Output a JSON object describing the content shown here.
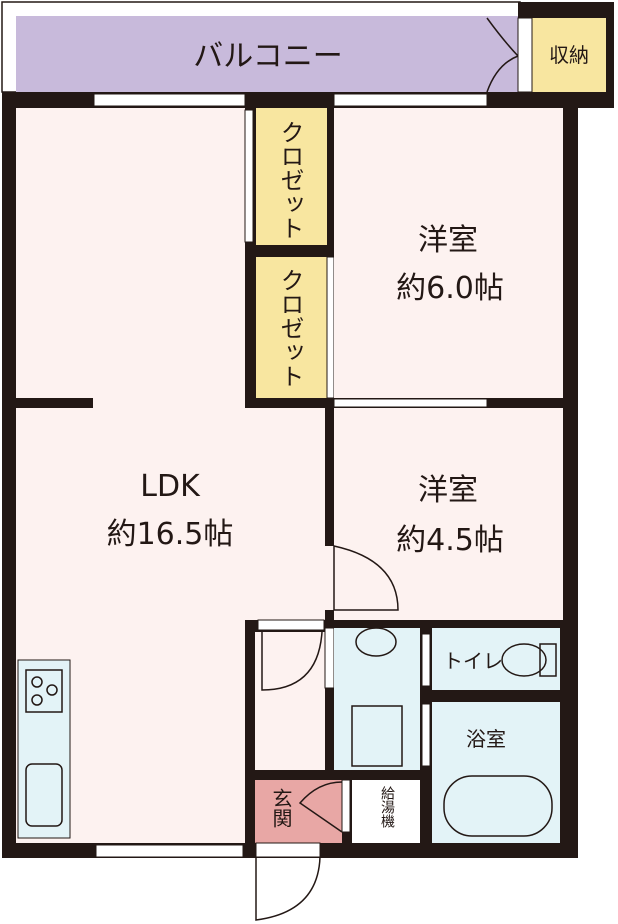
{
  "floorplan": {
    "balcony": {
      "label": "バルコニー"
    },
    "storage": {
      "label": "収納"
    },
    "closet_upper": {
      "label": "クロゼット"
    },
    "closet_lower": {
      "label": "クロゼット"
    },
    "bedroom_1": {
      "name": "洋室",
      "size": "約6.0帖"
    },
    "bedroom_2": {
      "name": "洋室",
      "size": "約4.5帖"
    },
    "ldk": {
      "name": "LDK",
      "size": "約16.5帖"
    },
    "toilet": {
      "label": "トイレ"
    },
    "bath": {
      "label": "浴室"
    },
    "entrance": {
      "label": "玄関"
    },
    "water_heater": {
      "label": "給湯機"
    }
  },
  "colors": {
    "wall": "#231815",
    "balcony": "#c8badb",
    "closet": "#f8e6a0",
    "room": "#fdf2f0",
    "wet_area": "#e3f3f7",
    "entrance": "#e8a7a5"
  }
}
